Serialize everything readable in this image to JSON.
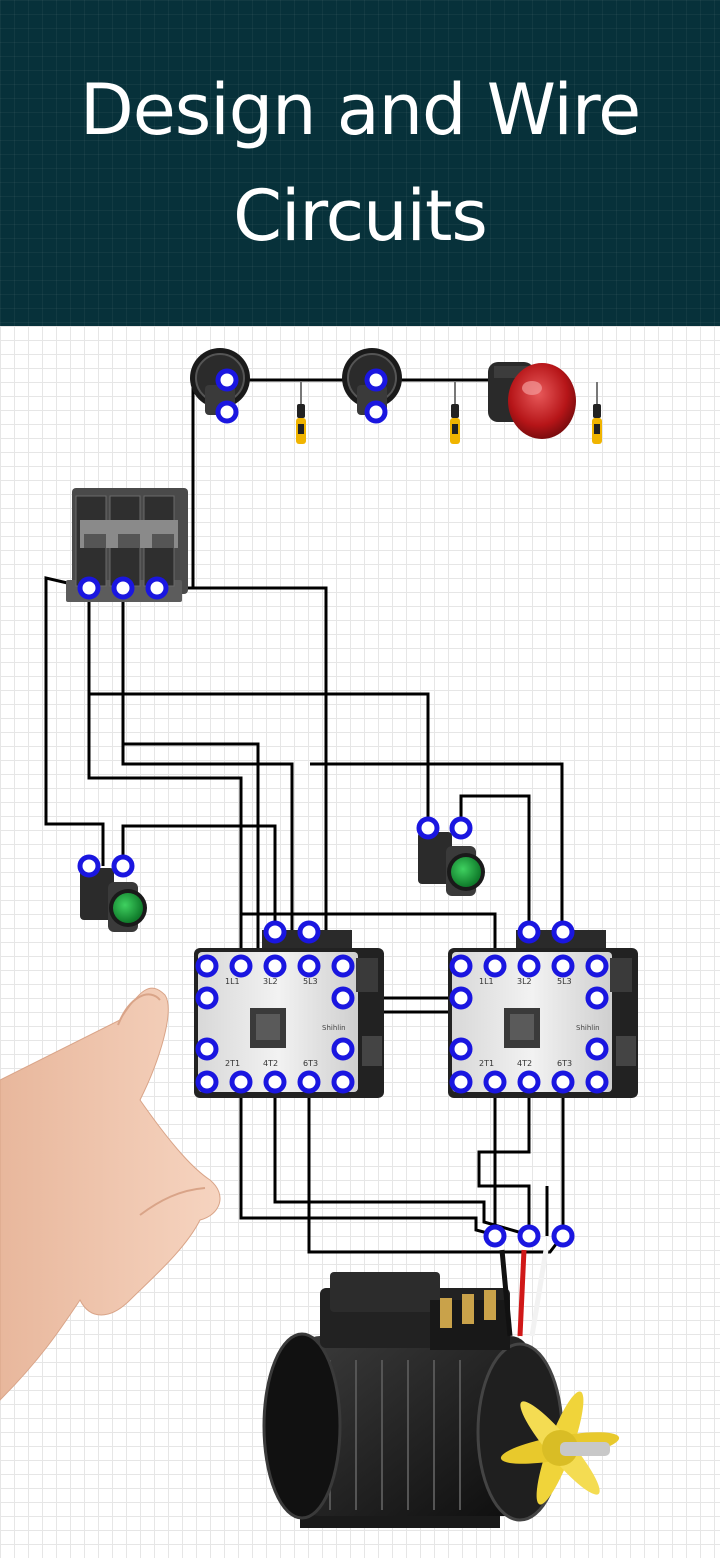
{
  "header": {
    "title_line1": "Design and Wire",
    "title_line2": "Circuits",
    "bg_color": "#07313a"
  },
  "components": {
    "breaker_icon": "three-pole-circuit-breaker",
    "push_buttons": [
      "green-push-button",
      "green-push-button"
    ],
    "contactors": [
      {
        "name": "contactor-left",
        "brand_label": "Shihlin",
        "terminal_top": [
          "1L1",
          "3L2",
          "5L3"
        ],
        "terminal_bottom": [
          "2T1",
          "4T2",
          "6T3"
        ]
      },
      {
        "name": "contactor-right",
        "brand_label": "Shihlin",
        "terminal_top": [
          "1L1",
          "3L2",
          "5L3"
        ],
        "terminal_bottom": [
          "2T1",
          "4T2",
          "6T3"
        ]
      }
    ],
    "pilot_lamp_icon": "red-pilot-lamp",
    "motor_icon": "three-phase-motor",
    "hand_icon": "pointing-hand",
    "tool_icon": "screwdriver"
  },
  "colors": {
    "terminal": "#1a16e0",
    "wire": "#000000",
    "lamp": "#c0181c",
    "button": "#1a9d3a",
    "fan": "#f0d43a"
  }
}
